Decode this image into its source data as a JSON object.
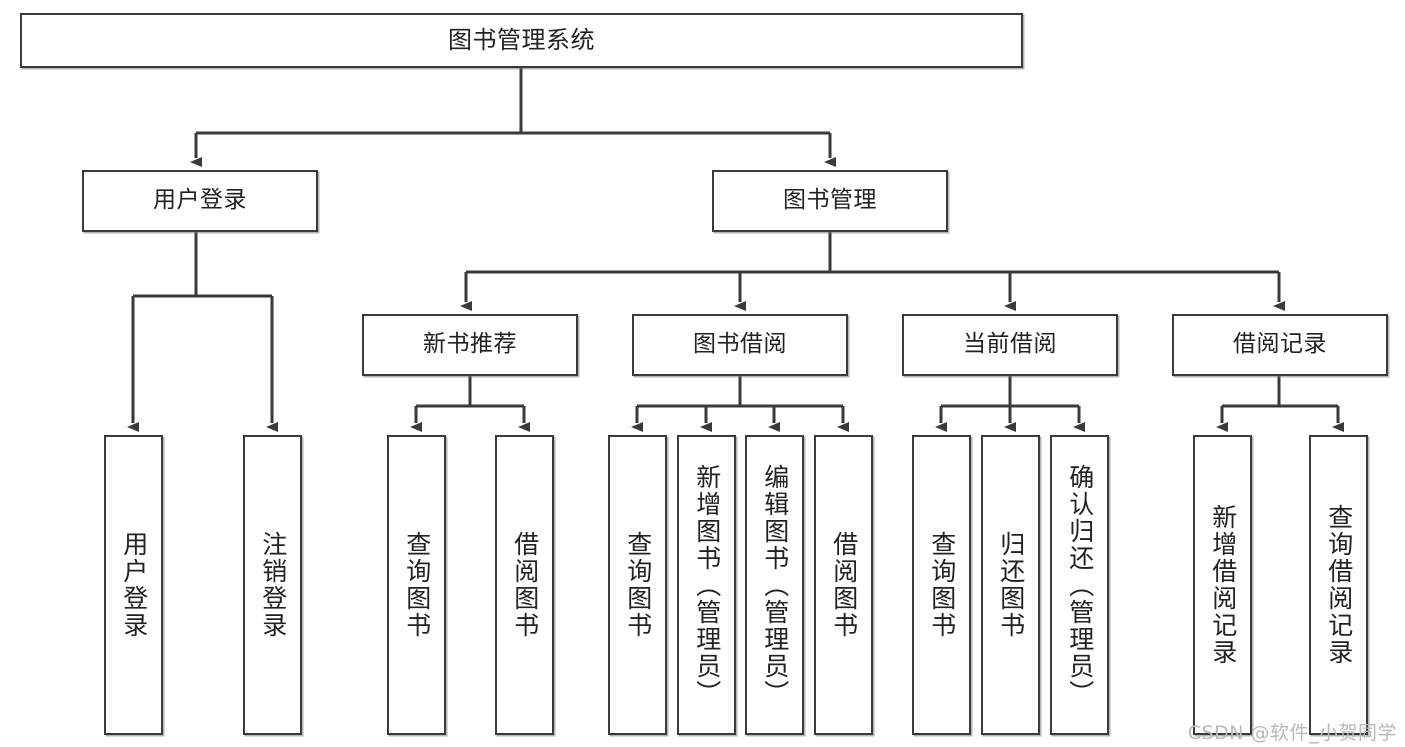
{
  "diagram": {
    "title": "图书管理系统",
    "type": "tree-hierarchy",
    "colors": {
      "background": "#ffffff",
      "box_border": "#3a3a3a",
      "box_fill": "#ffffff",
      "edge": "#3a3a3a",
      "text": "#222222",
      "watermark": "#b9b9b9"
    },
    "root": {
      "label": "图书管理系统"
    },
    "level2": [
      {
        "label": "用户登录"
      },
      {
        "label": "图书管理"
      }
    ],
    "level3": [
      {
        "label": "新书推荐"
      },
      {
        "label": "图书借阅"
      },
      {
        "label": "当前借阅"
      },
      {
        "label": "借阅记录"
      }
    ],
    "leaves": {
      "user_login": [
        {
          "label": "用户登录"
        },
        {
          "label": "注销登录"
        }
      ],
      "new_book_recommend": [
        {
          "label": "查询图书"
        },
        {
          "label": "借阅图书"
        }
      ],
      "book_borrow": [
        {
          "label": "查询图书"
        },
        {
          "label": "新增图书（管理员）"
        },
        {
          "label": "编辑图书（管理员）"
        },
        {
          "label": "借阅图书"
        }
      ],
      "current_borrow": [
        {
          "label": "查询图书"
        },
        {
          "label": "归还图书"
        },
        {
          "label": "确认归还（管理员）"
        }
      ],
      "borrow_record": [
        {
          "label": "新增借阅记录"
        },
        {
          "label": "查询借阅记录"
        }
      ]
    }
  },
  "watermark": {
    "text": "CSDN @软件_小贺同学"
  }
}
